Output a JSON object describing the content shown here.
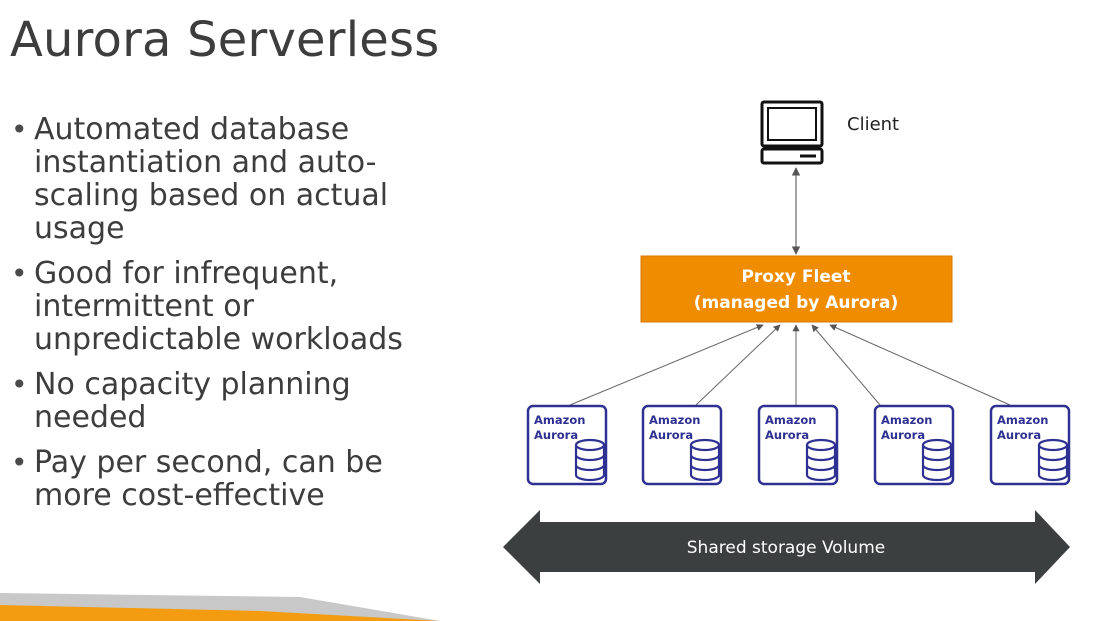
{
  "slide": {
    "title": "Aurora Serverless",
    "bullets": [
      "Automated database instantiation and auto-scaling based on actual usage",
      "Good for infrequent, intermittent or unpredictable workloads",
      "No capacity planning needed",
      "Pay per second, can be more cost-effective"
    ]
  },
  "diagram": {
    "client_label": "Client",
    "proxy_line1": "Proxy Fleet",
    "proxy_line2": "(managed by Aurora)",
    "instances": [
      {
        "line1": "Amazon",
        "line2": "Aurora"
      },
      {
        "line1": "Amazon",
        "line2": "Aurora"
      },
      {
        "line1": "Amazon",
        "line2": "Aurora"
      },
      {
        "line1": "Amazon",
        "line2": "Aurora"
      },
      {
        "line1": "Amazon",
        "line2": "Aurora"
      }
    ],
    "storage_label": "Shared storage Volume"
  },
  "colors": {
    "proxy_fill": "#f08c00",
    "instance_stroke": "#2e3192",
    "storage_fill": "#3c3f3f",
    "band_orange": "#f39c12",
    "band_gray": "#c8c8c8"
  }
}
